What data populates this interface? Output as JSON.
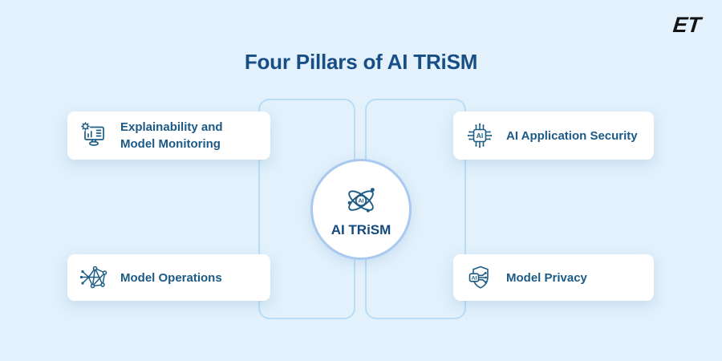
{
  "header": {
    "title": "Four Pillars of AI TRiSM",
    "brand_logo": "ET"
  },
  "center": {
    "label": "AI TRiSM",
    "icon": "atom-ai-icon"
  },
  "pillars": [
    {
      "label": "Explainability and Model Monitoring",
      "icon": "monitor-gear-icon",
      "position": "top-left"
    },
    {
      "label": "AI Application Security",
      "icon": "ai-chip-icon",
      "position": "top-right"
    },
    {
      "label": "Model Operations",
      "icon": "network-graph-icon",
      "position": "bottom-left"
    },
    {
      "label": "Model Privacy",
      "icon": "shield-ai-icon",
      "position": "bottom-right"
    }
  ],
  "glyphs": {
    "ai": "AI"
  },
  "colors": {
    "background": "#E2F1FB",
    "title_text": "#184E86",
    "card_text": "#1C5A86",
    "icon_stroke": "#1E5E85",
    "card_background": "#FFFFFF",
    "circle_border": "#ABC9EF",
    "pillar_outline": "#B9DDF6",
    "logo_text": "#141414"
  }
}
